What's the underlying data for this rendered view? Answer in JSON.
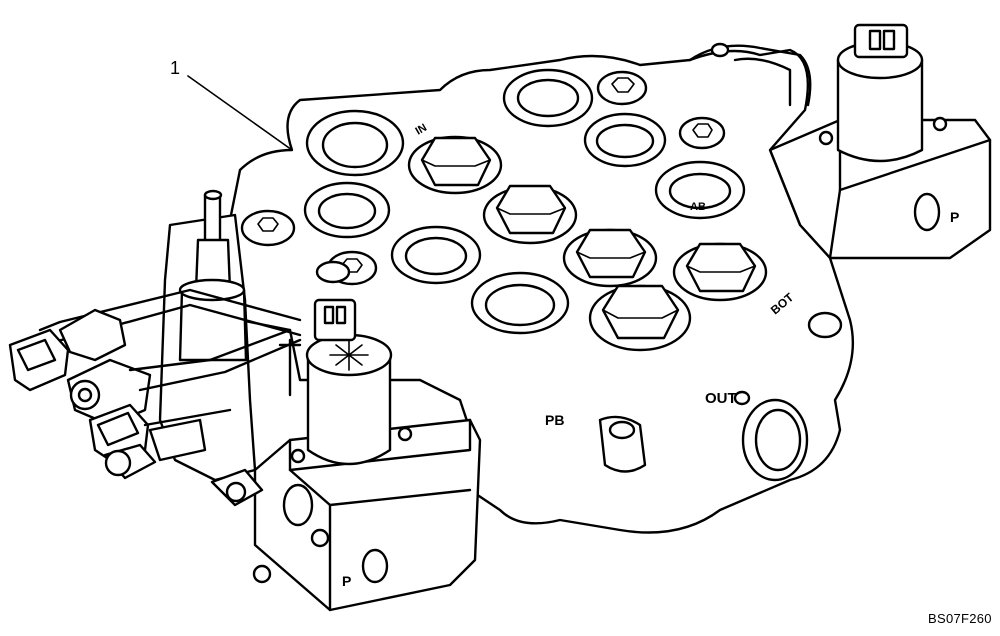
{
  "callout": {
    "label": "1"
  },
  "figure_id": "BS07F260",
  "port_stamps": {
    "out": "OUT",
    "pb": "PB",
    "p_main": "P",
    "p_left": "P",
    "bottom_right": "BOT",
    "ab": "AB",
    "top": "IN"
  },
  "icons": [
    "valve-body-icon",
    "solenoid-icon",
    "hex-plug-icon",
    "connector-icon",
    "leader-line-icon"
  ]
}
